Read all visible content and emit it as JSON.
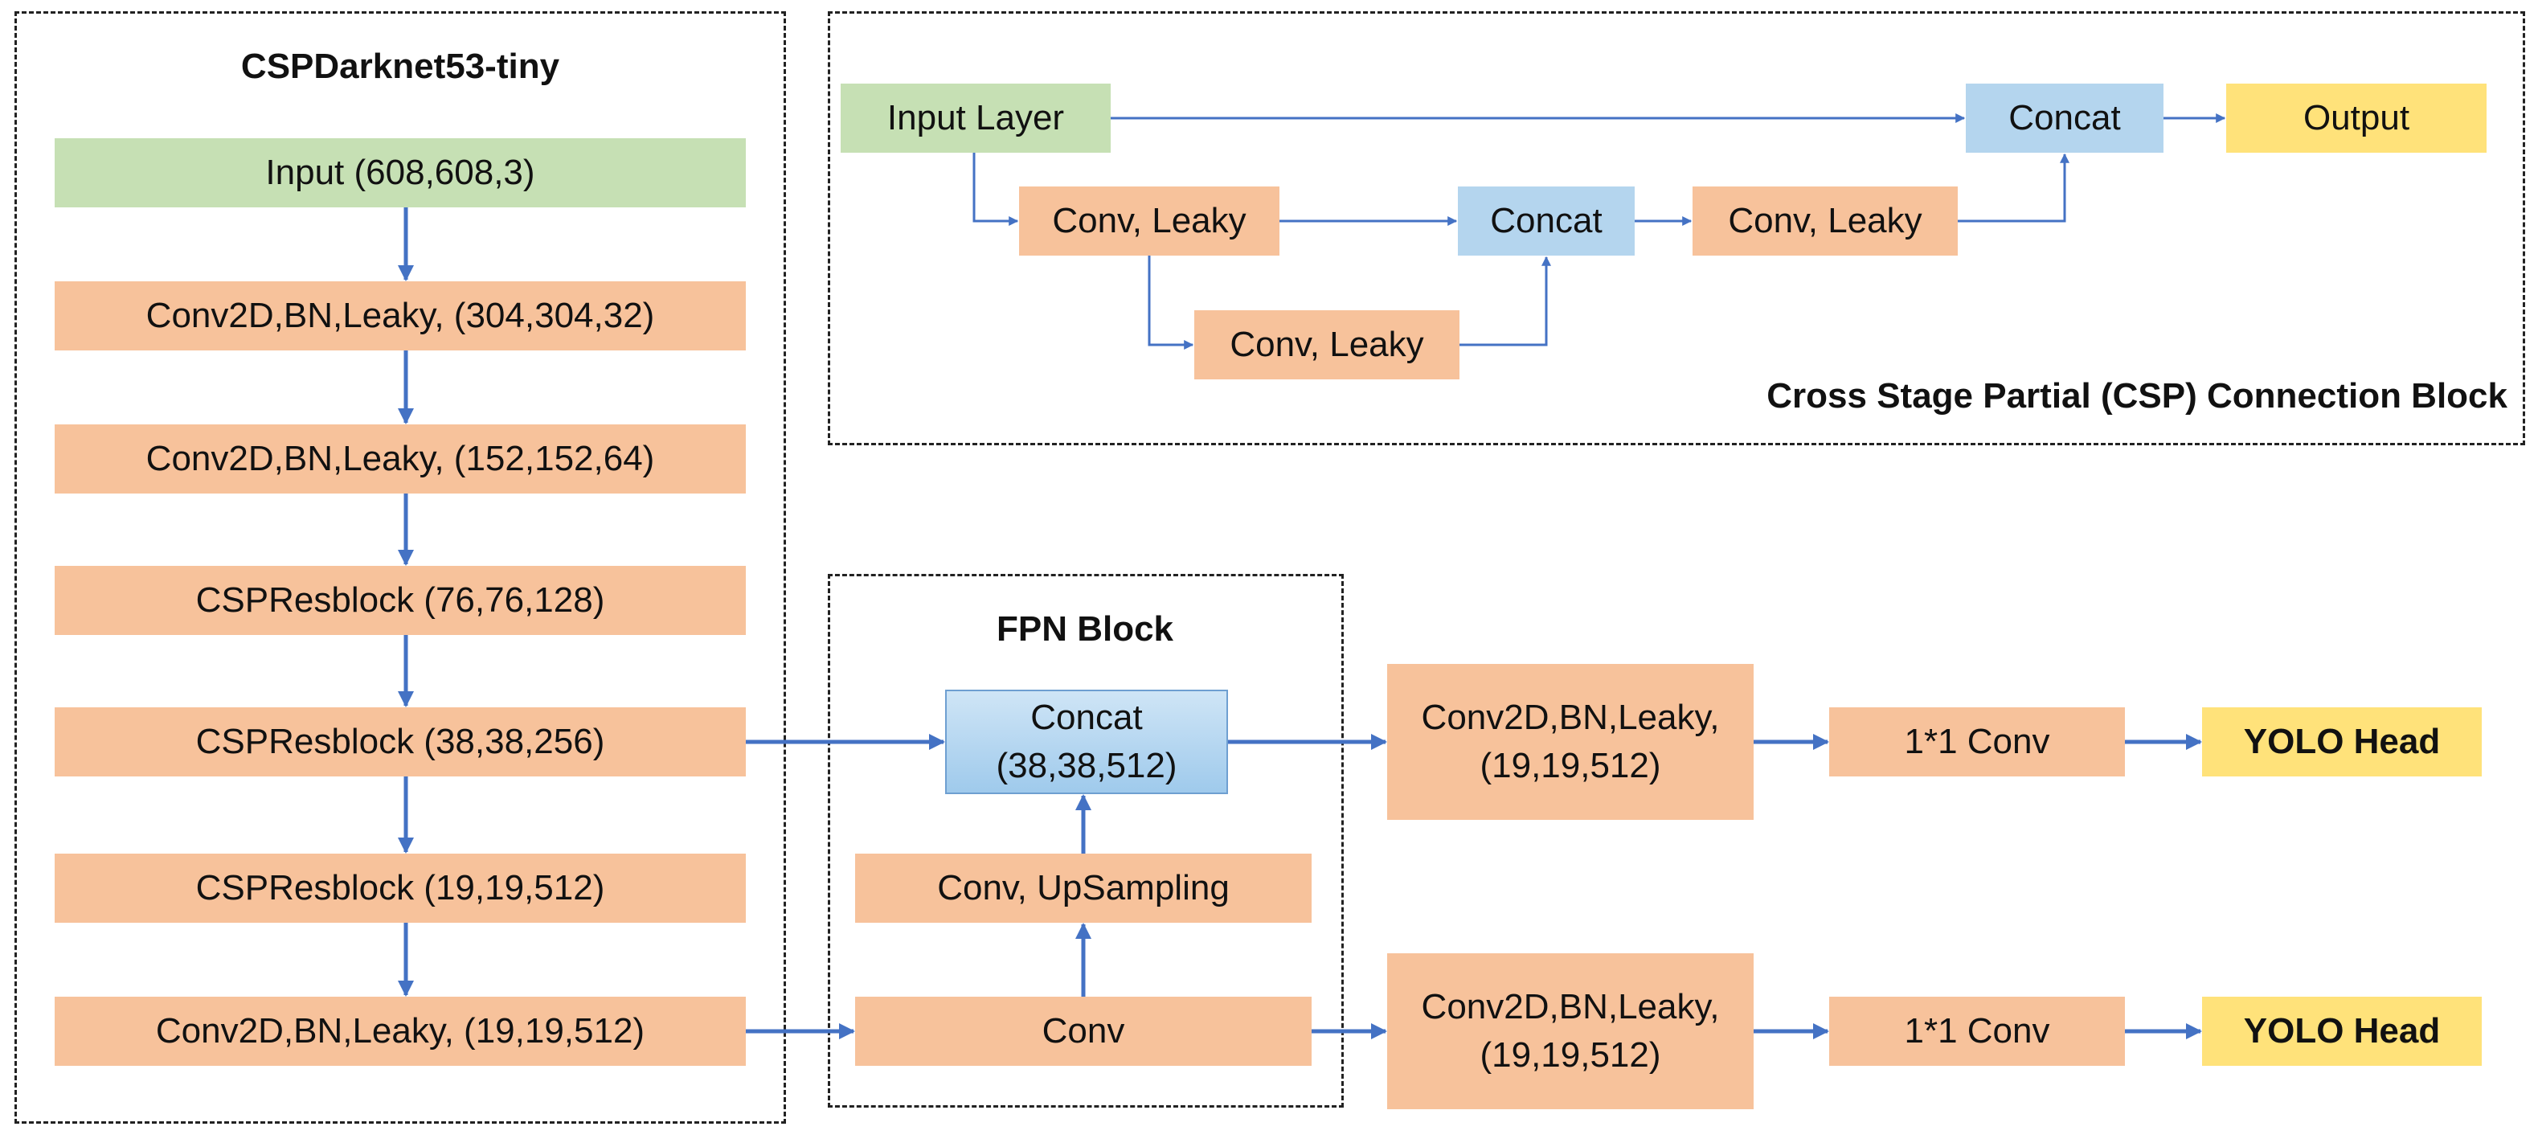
{
  "backbone": {
    "title": "CSPDarknet53-tiny",
    "layers": [
      "Input (608,608,3)",
      "Conv2D,BN,Leaky, (304,304,32)",
      "Conv2D,BN,Leaky, (152,152,64)",
      "CSPResblock (76,76,128)",
      "CSPResblock (38,38,256)",
      "CSPResblock (19,19,512)",
      "Conv2D,BN,Leaky, (19,19,512)"
    ]
  },
  "csp_block": {
    "title": "Cross Stage Partial (CSP) Connection Block",
    "input": "Input Layer",
    "conv1": "Conv, Leaky",
    "conv2": "Conv, Leaky",
    "concat_mid": "Concat",
    "conv3": "Conv, Leaky",
    "concat_top": "Concat",
    "output": "Output"
  },
  "fpn": {
    "title": "FPN Block",
    "concat_line1": "Concat",
    "concat_line2": "(38,38,512)",
    "upsample": "Conv, UpSampling",
    "conv": "Conv"
  },
  "heads": {
    "top": {
      "conv_line1": "Conv2D,BN,Leaky,",
      "conv_line2": "(19,19,512)",
      "one_by_one": "1*1 Conv",
      "head": "YOLO Head"
    },
    "bottom": {
      "conv_line1": "Conv2D,BN,Leaky,",
      "conv_line2": "(19,19,512)",
      "one_by_one": "1*1 Conv",
      "head": "YOLO Head"
    }
  },
  "colors": {
    "conv": "#f7c29b",
    "input": "#c6e0b4",
    "concat": "#b4d5ee",
    "output": "#ffe27a",
    "arrow": "#4472c4"
  }
}
